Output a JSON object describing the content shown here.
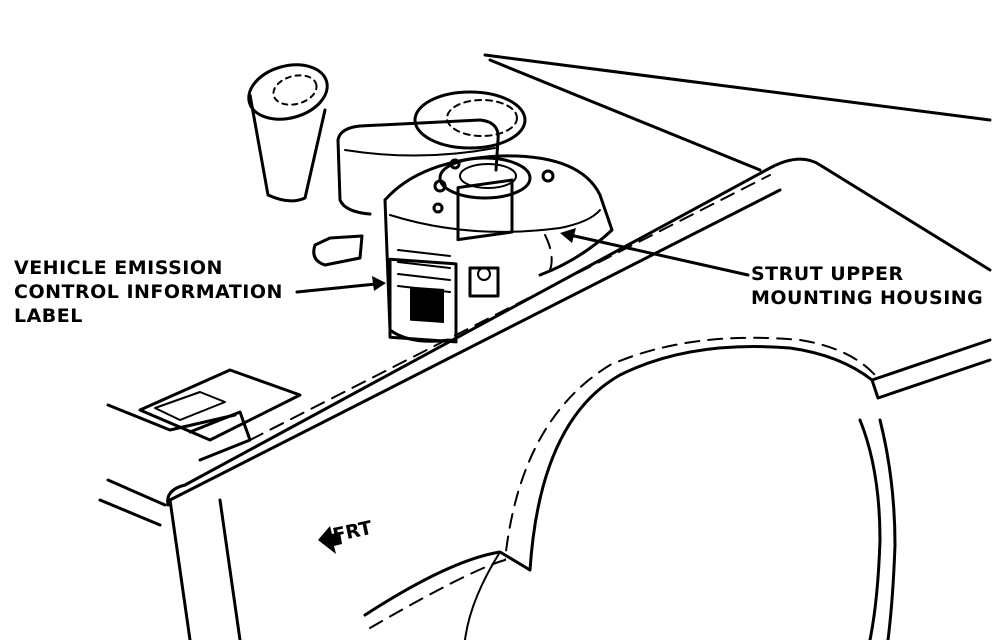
{
  "diagram": {
    "callouts": [
      {
        "id": "emission-label",
        "text": "VEHICLE EMISSION\nCONTROL INFORMATION\nLABEL"
      },
      {
        "id": "strut-housing",
        "text": "STRUT UPPER\nMOUNTING HOUSING"
      }
    ],
    "direction_marker": {
      "text": "FRT",
      "icon": "left-arrow-icon"
    }
  }
}
